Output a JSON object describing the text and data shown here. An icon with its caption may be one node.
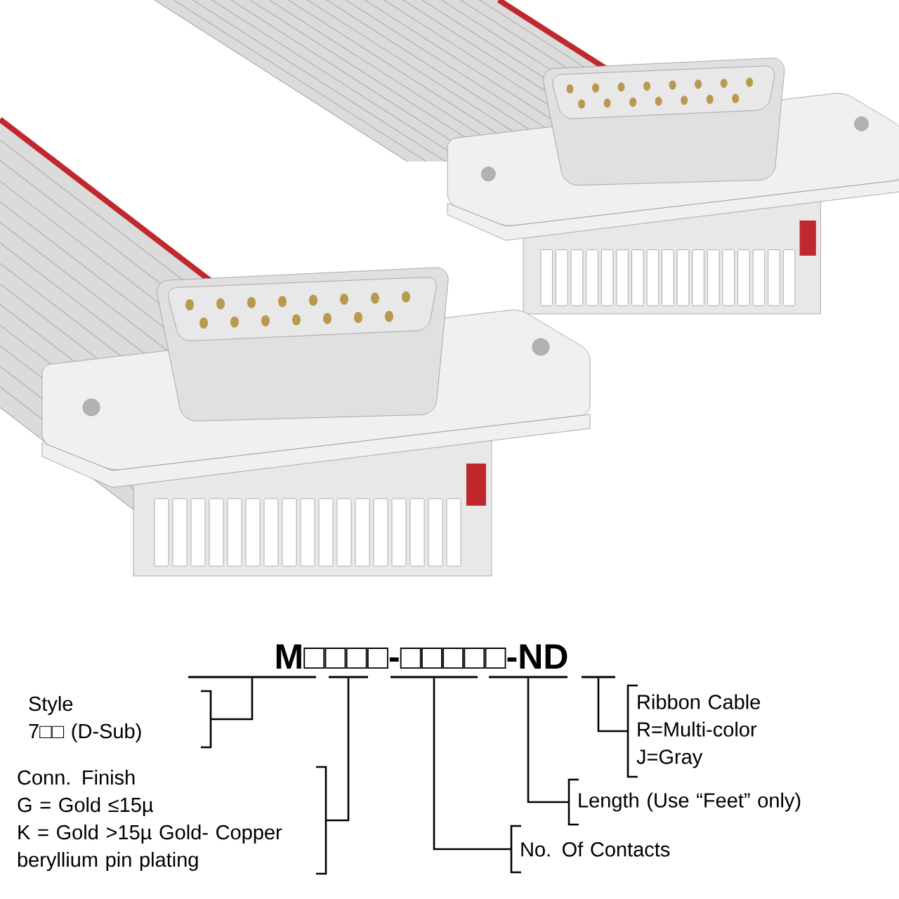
{
  "diagram": {
    "nodes": [
      {
        "text": [
          "Style",
          "7□□ (D-Sub)"
        ]
      },
      {
        "text": [
          "Ribbon Cable",
          "R=Multi-color",
          "J=Gray"
        ]
      },
      {
        "text": [
          "Conn. Finish",
          "G = Gold ≤15µ",
          "K = Gold >15µ Gold- Copper beryllium pin plating"
        ]
      },
      {
        "text": [
          "Length (Use “Feet” only)"
        ]
      },
      {
        "text": [
          "No. Of Contacts"
        ]
      },
      {
        "text": [],
        "shape": "bar"
      },
      {
        "text": [],
        "shape": "bar"
      },
      {
        "text": [],
        "shape": "bar"
      },
      {
        "text": [],
        "shape": "bar"
      },
      {
        "text": [],
        "shape": "bar"
      }
    ],
    "edges": [
      {
        "from": 0,
        "to": 5,
        "arrow": "none"
      },
      {
        "from": 2,
        "to": 6,
        "arrow": "none"
      },
      {
        "from": 4,
        "to": 7,
        "arrow": "none"
      },
      {
        "from": 3,
        "to": 8,
        "arrow": "none"
      },
      {
        "from": 1,
        "to": 9,
        "arrow": "none"
      }
    ],
    "labels": [
      "M□□□□-□□□□□-ND"
    ]
  }
}
